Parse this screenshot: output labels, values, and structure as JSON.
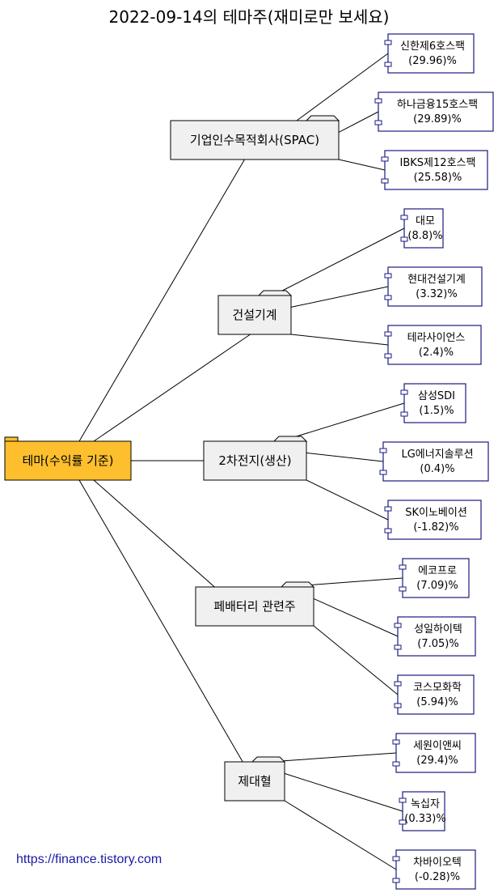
{
  "title": "2022-09-14의 테마주(재미로만 보세요)",
  "root": {
    "label": "테마(수익률 기준)",
    "color": "#fdbf2d"
  },
  "themes": [
    {
      "label": "기업인수목적회사(SPAC)",
      "stocks": [
        {
          "name": "신한제6호스팩",
          "pct": "(29.96)%"
        },
        {
          "name": "하나금융15호스팩",
          "pct": "(29.89)%"
        },
        {
          "name": "IBKS제12호스팩",
          "pct": "(25.58)%"
        }
      ]
    },
    {
      "label": "건설기계",
      "stocks": [
        {
          "name": "대모",
          "pct": "(8.8)%"
        },
        {
          "name": "현대건설기계",
          "pct": "(3.32)%"
        },
        {
          "name": "테라사이언스",
          "pct": "(2.4)%"
        }
      ]
    },
    {
      "label": "2차전지(생산)",
      "stocks": [
        {
          "name": "삼성SDI",
          "pct": "(1.5)%"
        },
        {
          "name": "LG에너지솔루션",
          "pct": "(0.4)%"
        },
        {
          "name": "SK이노베이션",
          "pct": "(-1.82)%"
        }
      ]
    },
    {
      "label": "페배터리 관련주",
      "stocks": [
        {
          "name": "에코프로",
          "pct": "(7.09)%"
        },
        {
          "name": "성일하이텍",
          "pct": "(7.05)%"
        },
        {
          "name": "코스모화학",
          "pct": "(5.94)%"
        }
      ]
    },
    {
      "label": "제대혈",
      "stocks": [
        {
          "name": "세원이앤씨",
          "pct": "(29.4)%"
        },
        {
          "name": "녹십자",
          "pct": "(0.33)%"
        },
        {
          "name": "차바이오텍",
          "pct": "(-0.28)%"
        }
      ]
    }
  ],
  "footer": "https://finance.tistory.com"
}
